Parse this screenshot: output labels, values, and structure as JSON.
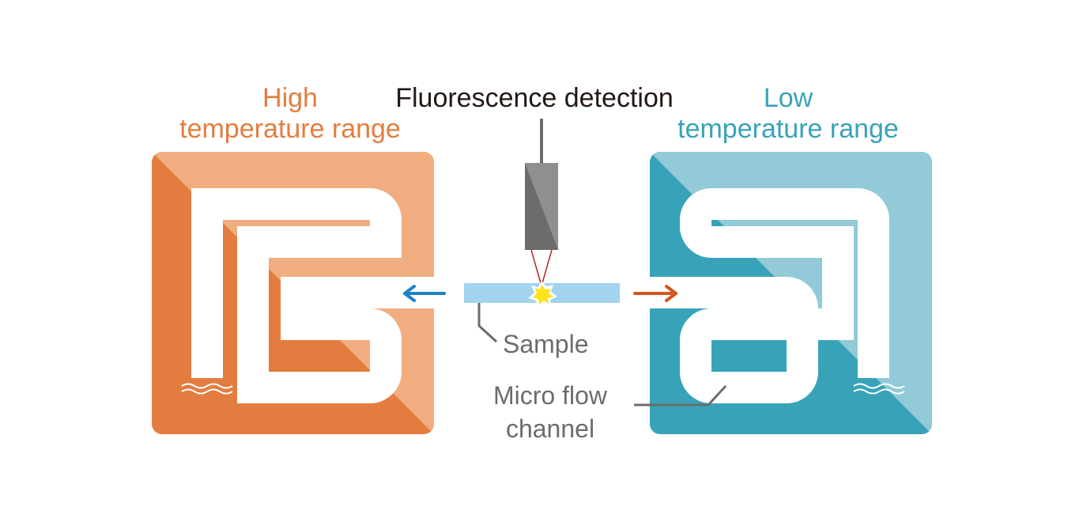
{
  "labels": {
    "fluorescence": "Fluorescence detection",
    "high_line1": "High",
    "high_line2": "temperature range",
    "low_line1": "Low",
    "low_line2": "temperature range",
    "sample": "Sample",
    "micro_line1": "Micro flow",
    "micro_line2": "channel"
  },
  "colors": {
    "high_light": "#f0ae80",
    "high_dark": "#e37d3f",
    "high_text": "#e37d3f",
    "low_light": "#92cad7",
    "low_dark": "#38a3b8",
    "low_text": "#38a3b8",
    "channel": "#ffffff",
    "sample_tube": "#a2d3ef",
    "detector_dark": "#6c6c6c",
    "detector_light": "#8f8f8f",
    "beam": "#b8232a",
    "star": "#ffe21a",
    "arrow_left": "#1e82c4",
    "arrow_right": "#d5541f",
    "leader_line": "#6c6c6c",
    "text_dark": "#231815",
    "text_grey": "#6c6c6c"
  },
  "icons": {
    "detector": "detector-probe-icon",
    "star": "fluorescence-star-icon",
    "arrow_left": "arrow-left-icon",
    "arrow_right": "arrow-right-icon",
    "wave": "wave-break-icon"
  }
}
